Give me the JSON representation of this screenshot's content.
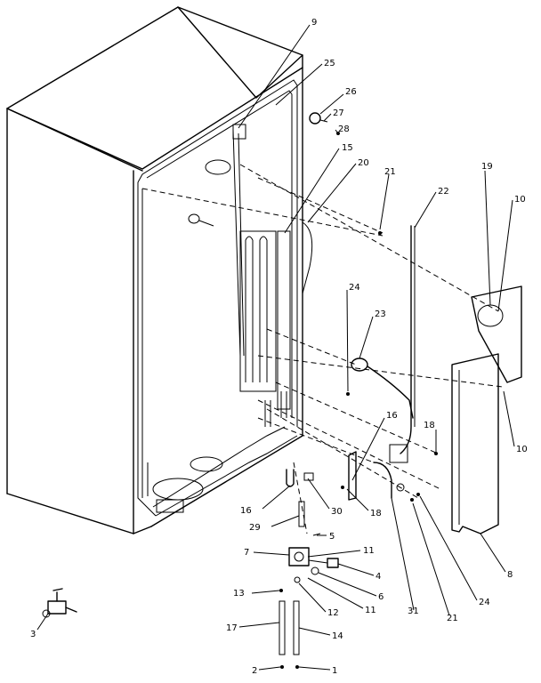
{
  "diagram": {
    "labels": [
      {
        "id": "9",
        "text": "9"
      },
      {
        "id": "25",
        "text": "25"
      },
      {
        "id": "26",
        "text": "26"
      },
      {
        "id": "27",
        "text": "27"
      },
      {
        "id": "28",
        "text": "28"
      },
      {
        "id": "15",
        "text": "15"
      },
      {
        "id": "20",
        "text": "20"
      },
      {
        "id": "21a",
        "text": "21"
      },
      {
        "id": "22",
        "text": "22"
      },
      {
        "id": "19",
        "text": "19"
      },
      {
        "id": "10a",
        "text": "10"
      },
      {
        "id": "24a",
        "text": "24"
      },
      {
        "id": "23",
        "text": "23"
      },
      {
        "id": "10b",
        "text": "10"
      },
      {
        "id": "16a",
        "text": "16"
      },
      {
        "id": "18a",
        "text": "18"
      },
      {
        "id": "18b",
        "text": "18"
      },
      {
        "id": "16b",
        "text": "16"
      },
      {
        "id": "30",
        "text": "30"
      },
      {
        "id": "29",
        "text": "29"
      },
      {
        "id": "5",
        "text": "5"
      },
      {
        "id": "7",
        "text": "7"
      },
      {
        "id": "11a",
        "text": "11"
      },
      {
        "id": "4",
        "text": "4"
      },
      {
        "id": "6",
        "text": "6"
      },
      {
        "id": "11b",
        "text": "11"
      },
      {
        "id": "8",
        "text": "8"
      },
      {
        "id": "24b",
        "text": "24"
      },
      {
        "id": "21b",
        "text": "21"
      },
      {
        "id": "31",
        "text": "31"
      },
      {
        "id": "13",
        "text": "13"
      },
      {
        "id": "12",
        "text": "12"
      },
      {
        "id": "17",
        "text": "17"
      },
      {
        "id": "14",
        "text": "14"
      },
      {
        "id": "3",
        "text": "3"
      },
      {
        "id": "2",
        "text": "2"
      },
      {
        "id": "1",
        "text": "1"
      }
    ]
  }
}
